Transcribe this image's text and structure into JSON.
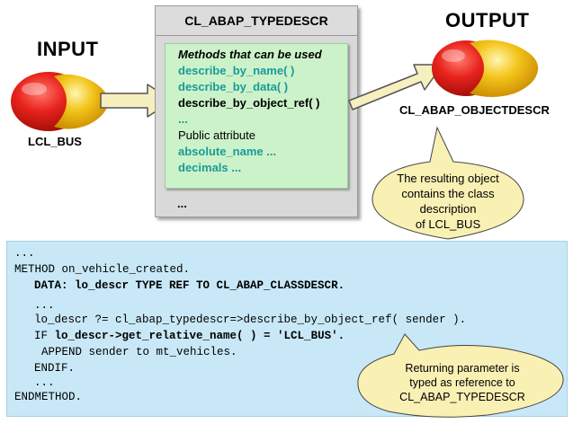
{
  "input_label": "INPUT",
  "input_class": "LCL_BUS",
  "output_label": "OUTPUT",
  "output_class": "CL_ABAP_OBJECTDESCR",
  "box": {
    "title": "CL_ABAP_TYPEDESCR",
    "methods_heading": "Methods that can be used",
    "method_1": "describe_by_name( )",
    "method_2": "describe_by_data( )",
    "method_3": "describe_by_object_ref( )",
    "method_more": "...",
    "attr_heading": "Public attribute",
    "attr_1": "absolute_name  ...",
    "attr_2": "decimals  ...",
    "box_more": "..."
  },
  "callout_top": {
    "line1": "The resulting object",
    "line2": "contains the class",
    "line3": "description",
    "line4": "of LCL_BUS"
  },
  "callout_bottom": {
    "line1": "Returning parameter is",
    "line2": "typed as reference to",
    "line3": "CL_ABAP_TYPEDESCR"
  },
  "code": {
    "l1": "...",
    "l2": "METHOD on_vehicle_created.",
    "l3_kw": "DATA:",
    "l3_rest": " lo_descr TYPE REF TO CL_ABAP_CLASSDESCR.",
    "l4": "...",
    "l5": "lo_descr ?= cl_abap_typedescr=>describe_by_object_ref( sender ).",
    "l6_kw": "IF",
    "l6_rest": " lo_descr->get_relative_name( ) = 'LCL_BUS'.",
    "l7": "APPEND sender to mt_vehicles.",
    "l8": "ENDIF.",
    "l9": "...",
    "l10": "ENDMETHOD."
  },
  "colors": {
    "capsule_red": "#e8231c",
    "capsule_yellow": "#f3c41a",
    "methods_green": "#ccf2c9",
    "method_teal": "#1a9a9a",
    "callout_fill": "#f9f0b4",
    "code_bg": "#c8e8f7",
    "code_green": "#3a9a3a"
  }
}
